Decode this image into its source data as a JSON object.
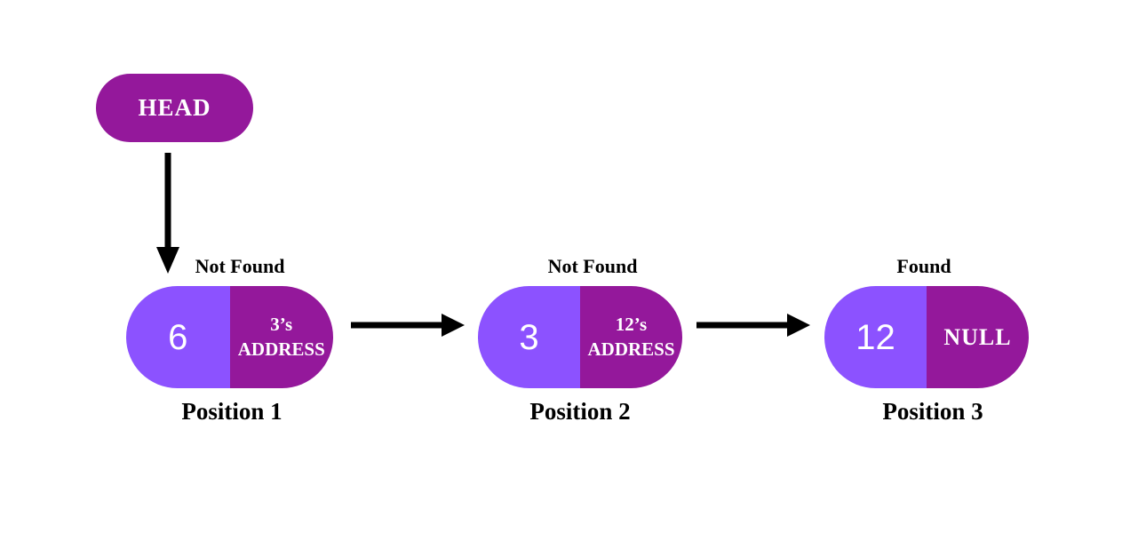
{
  "head": {
    "label": "HEAD"
  },
  "nodes": [
    {
      "status": "Not Found",
      "value": "6",
      "pointer_line1": "3’s",
      "pointer_line2": "ADDRESS",
      "position": "Position 1"
    },
    {
      "status": "Not Found",
      "value": "3",
      "pointer_line1": "12’s",
      "pointer_line2": "ADDRESS",
      "position": "Position 2"
    },
    {
      "status": "Found",
      "value": "12",
      "pointer_line1": "NULL",
      "pointer_line2": "",
      "position": "Position 3"
    }
  ],
  "icons": {
    "head_arrow": "arrow-down",
    "next_arrow_1": "arrow-right",
    "next_arrow_2": "arrow-right"
  },
  "colors": {
    "value_half_bg": "#8C52FF",
    "pointer_half_bg": "#94189B",
    "head_bg": "#94189B",
    "arrow": "#000000",
    "node_text": "#FFFFFF",
    "label_text": "#000000",
    "background": "#FFFFFF"
  }
}
